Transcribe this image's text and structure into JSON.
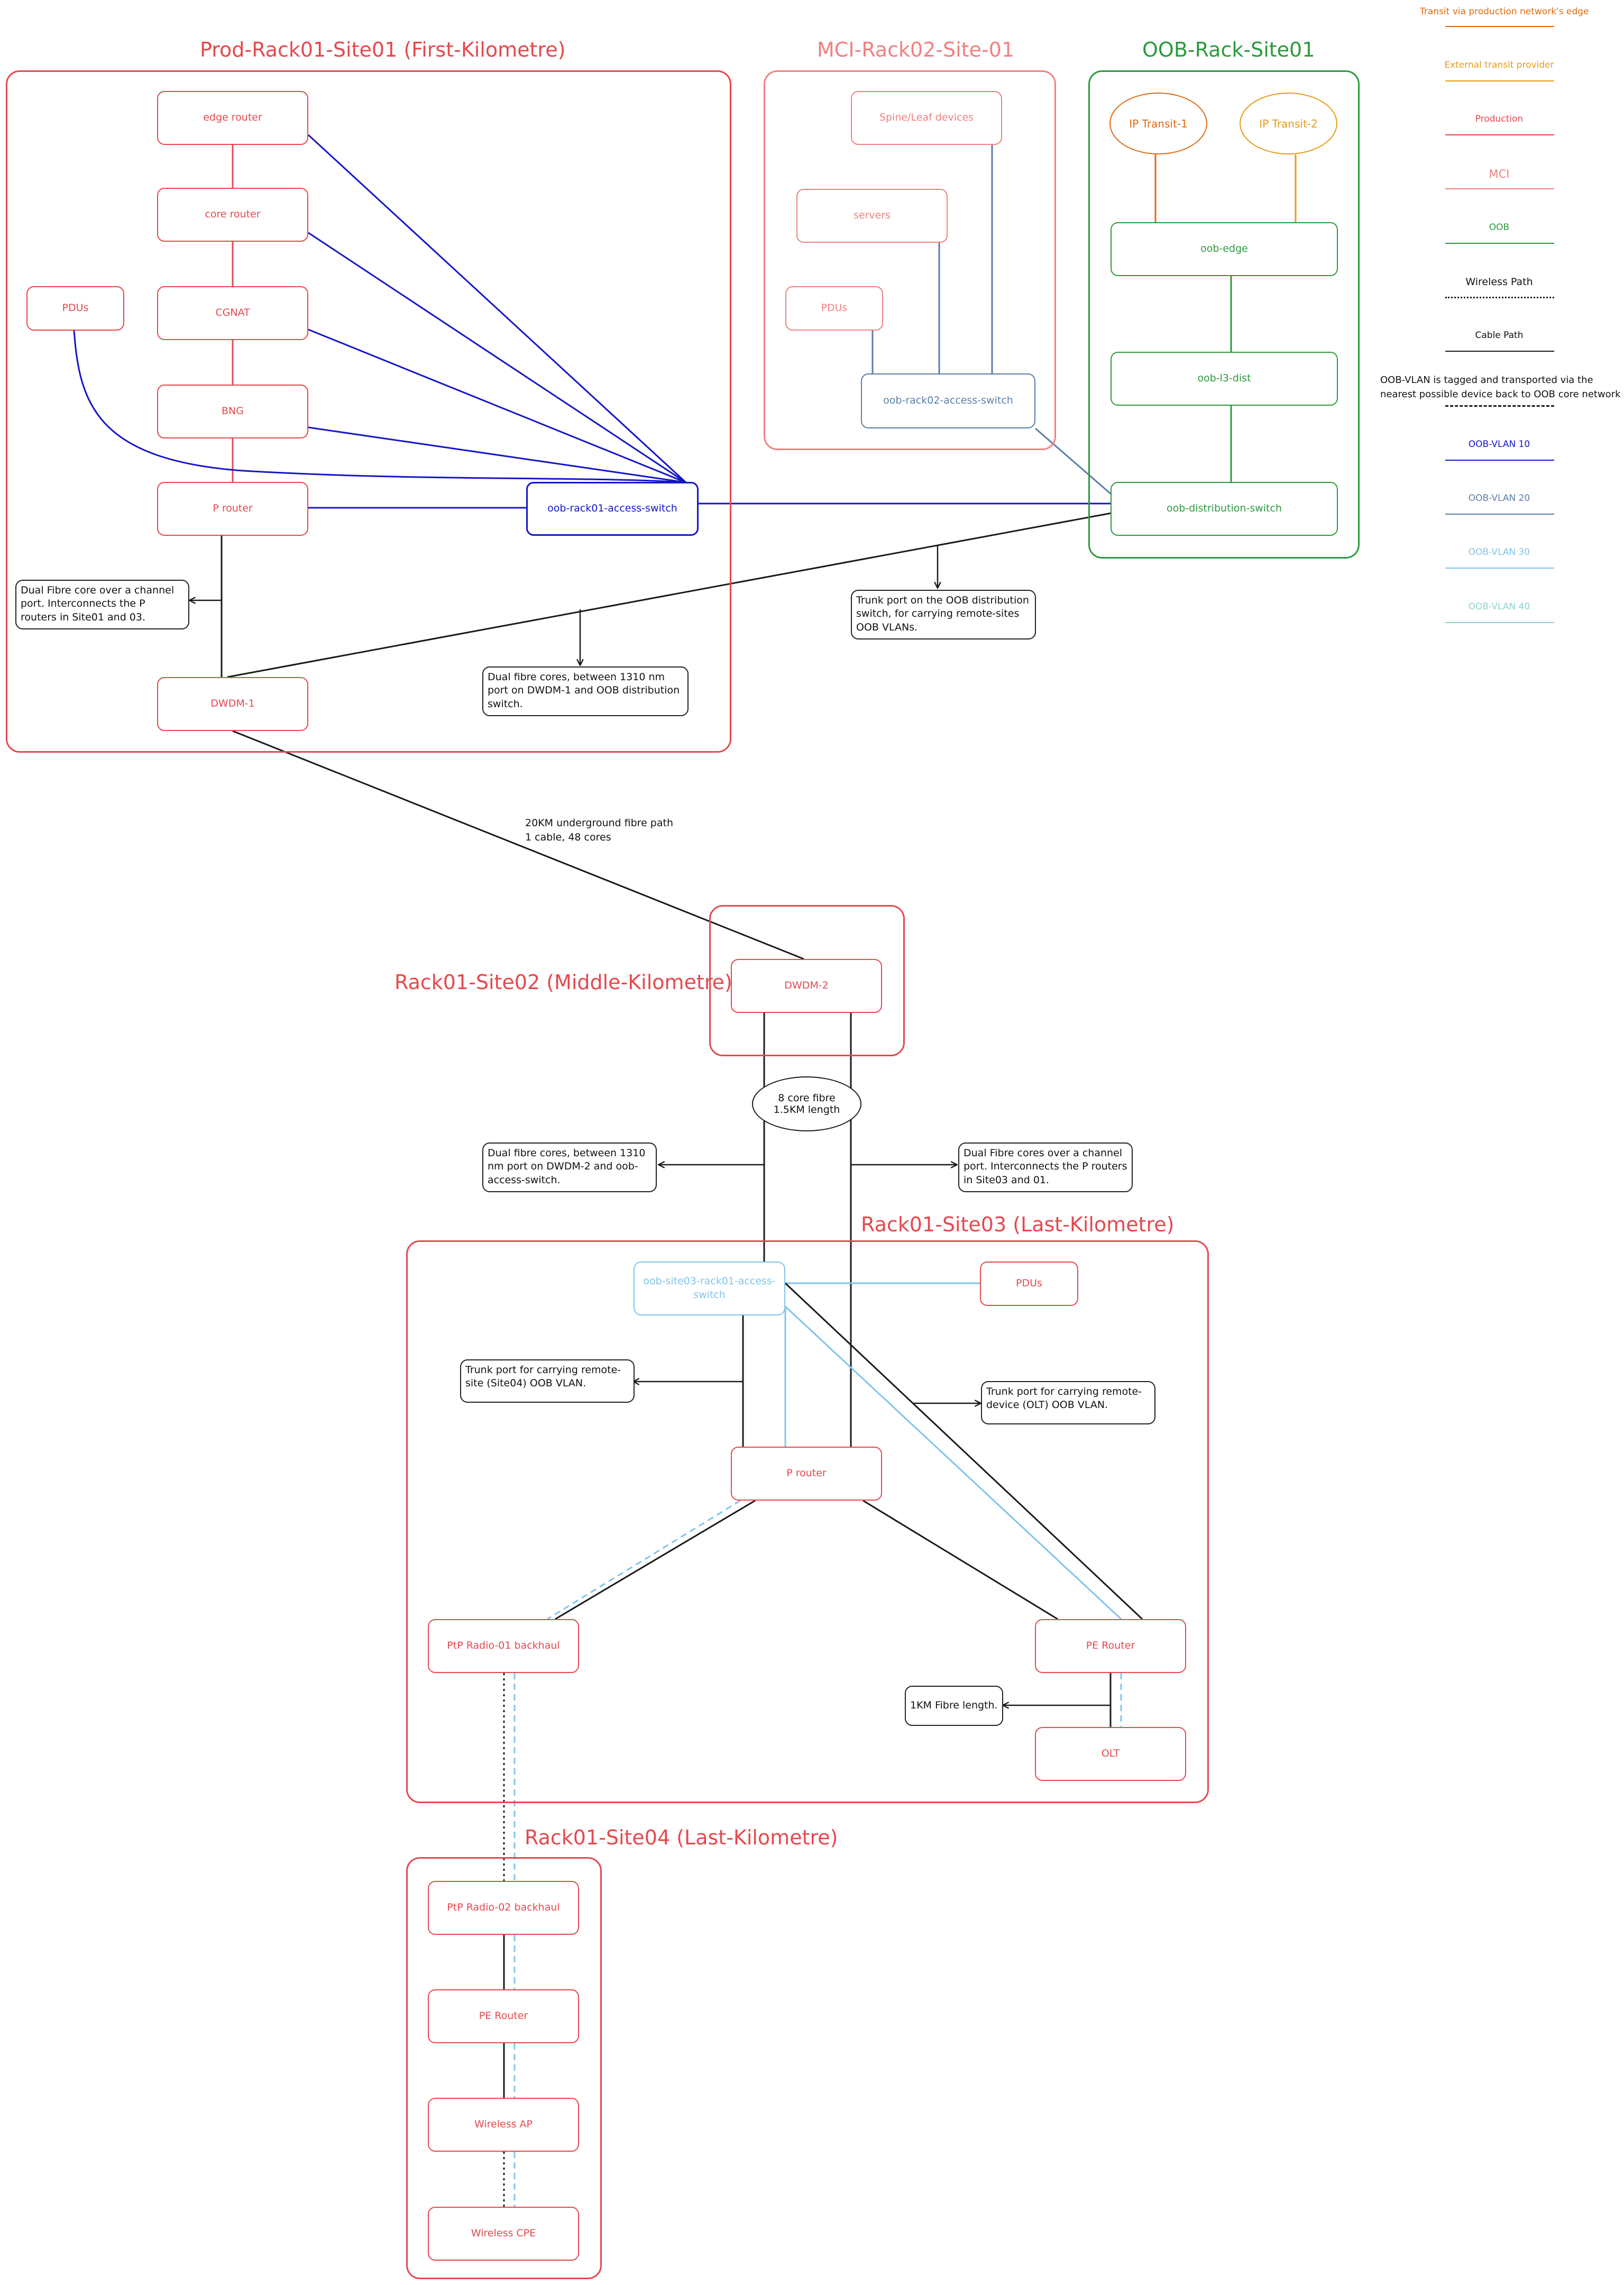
{
  "colors": {
    "production": "#e5484d",
    "mci": "#f08080",
    "oob": "#2a9a3c",
    "transit_edge": "#e06a10",
    "external_transit": "#e89a10",
    "vlan10": "#1515c8",
    "vlan20": "#5a7ea8",
    "vlan30": "#80c4ec",
    "vlan40": "#8ad4cc",
    "black": "#1a1a1a"
  },
  "groups": {
    "site01": "Prod-Rack01-Site01 (First-Kilometre)",
    "mci": "MCI-Rack02-Site-01",
    "oob_rack": "OOB-Rack-Site01",
    "site02": "Rack01-Site02 (Middle-Kilometre)",
    "site03": "Rack01-Site03 (Last-Kilometre)",
    "site04": "Rack01-Site04 (Last-Kilometre)"
  },
  "nodes": {
    "edge_router": "edge router",
    "core_router": "core router",
    "cgnat": "CGNAT",
    "bng": "BNG",
    "p_router_1": "P router",
    "pdus_1": "PDUs",
    "oob_rack01_access_switch": "oob-rack01-access-switch",
    "dwdm_1": "DWDM-1",
    "spine_leaf": "Spine/Leaf devices",
    "servers": "servers",
    "pdus_mci": "PDUs",
    "oob_rack02_access_switch": "oob-rack02-access-switch",
    "ip_transit_1": "IP Transit-1",
    "ip_transit_2": "IP Transit-2",
    "oob_edge": "oob-edge",
    "oob_l3_dist": "oob-l3-dist",
    "oob_distribution_switch": "oob-distribution-switch",
    "dwdm_2": "DWDM-2",
    "oob_site03_access_switch": "oob-site03-rack01-access-switch",
    "pdus_site03": "PDUs",
    "p_router_3": "P router",
    "ptp_radio_01": "PtP Radio-01 backhaul",
    "pe_router_3": "PE Router",
    "olt": "OLT",
    "ptp_radio_02": "PtP Radio-02 backhaul",
    "pe_router_4": "PE Router",
    "wireless_ap": "Wireless AP",
    "wireless_cpe": "Wireless CPE"
  },
  "notes": {
    "dual_fibre_site01": "Dual Fibre core over a channel port. Interconnects the P routers in Site01 and 03.",
    "dual_fibre_dwdm1": "Dual fibre cores, between 1310 nm port on DWDM-1 and OOB distribution switch.",
    "trunk_oob_dist": "Trunk port on the OOB distribution switch, for carrying remote-sites OOB VLANs.",
    "underground": "20KM underground fibre path\n1 cable, 48 cores",
    "core_fibre": "8 core fibre\n1.5KM length",
    "dual_fibre_dwdm2": "Dual fibre cores, between 1310 nm port on DWDM-2 and oob-access-switch.",
    "dual_fibre_site03": "Dual Fibre cores over a channel port. Interconnects the P routers in Site03 and 01.",
    "trunk_site04": "Trunk port for carrying remote-site (Site04) OOB VLAN.",
    "trunk_olt": "Trunk port for carrying remote-device (OLT) OOB VLAN.",
    "fibre_1km": "1KM Fibre length."
  },
  "legend": {
    "transit_edge": "Transit via production network's edge",
    "external_transit": "External transit provider",
    "production": "Production",
    "mci": "MCI",
    "oob": "OOB",
    "wireless": "Wireless Path",
    "cable": "Cable Path",
    "oob_vlan_note": "OOB-VLAN is tagged and transported via the nearest possible device back to OOB core network",
    "vlan10": "OOB-VLAN 10",
    "vlan20": "OOB-VLAN 20",
    "vlan30": "OOB-VLAN 30",
    "vlan40": "OOB-VLAN 40"
  }
}
